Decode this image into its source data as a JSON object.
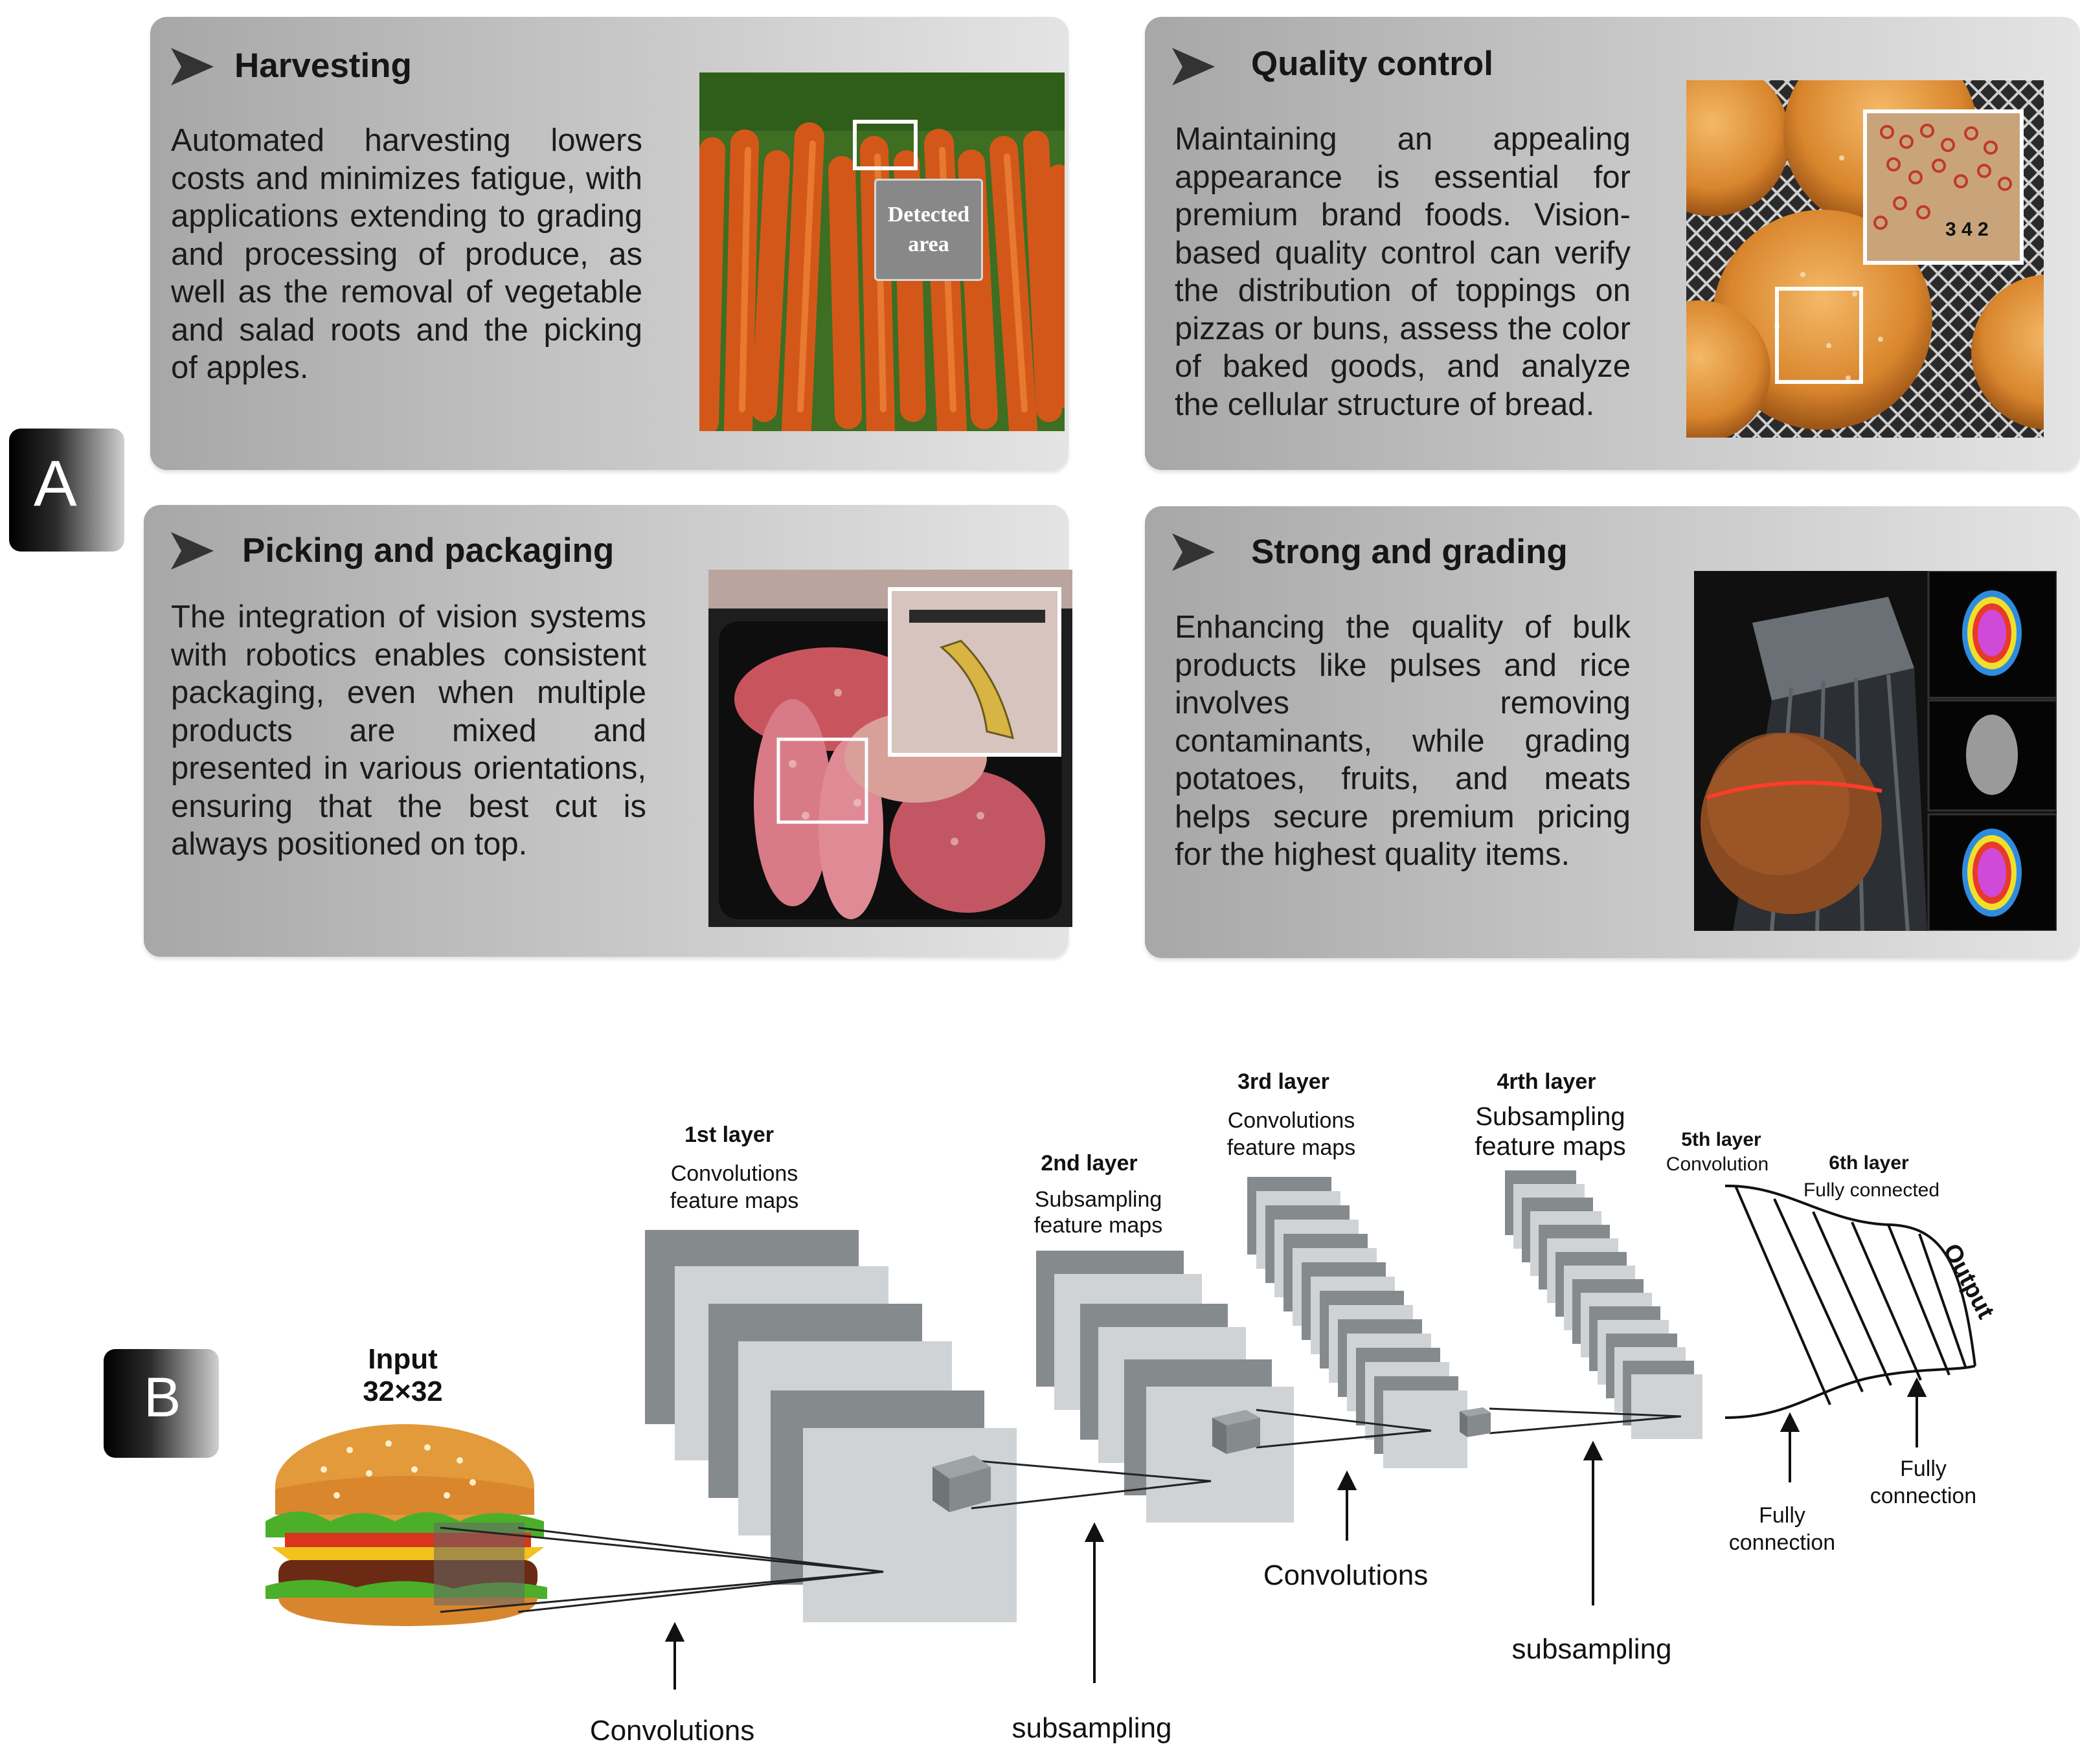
{
  "panel_a": {
    "label": "A",
    "cards": [
      {
        "title": "Harvesting",
        "body": "Automated harvesting lowers costs and minimizes fatigue, with applications extending to grading and processing of produce, as well as the removal of vegetable and salad roots and the picking of apples.",
        "image_caption_line1": "Detected",
        "image_caption_line2": "area",
        "image": "carrots-photo"
      },
      {
        "title": "Quality control",
        "body": "Maintaining an appealing appearance is essential for premium brand foods. Vision-based quality control can verify the distribution of toppings on pizzas or buns, assess the color of baked goods, and analyze the cellular structure of bread.",
        "image_inset_number": "3 4 2",
        "image": "burger-buns-photo"
      },
      {
        "title": "Picking and packaging",
        "body": "The integration of vision systems with robotics enables consistent packaging, even when multiple products are mixed and presented in various orientations, ensuring that the best cut is always positioned on top.",
        "image": "meat-tray-photo"
      },
      {
        "title": "Strong and grading",
        "body": "Enhancing the quality of bulk products like pulses and rice involves removing contaminants, while grading potatoes, fruits, and meats helps secure premium pricing for the highest quality items.",
        "image": "potato-grading-photo"
      }
    ]
  },
  "panel_b": {
    "label": "B",
    "input_title_line1": "Input",
    "input_title_line2": "32×32",
    "layer1_title": "1st layer",
    "layer1_sub1": "Convolutions",
    "layer1_sub2": "feature maps",
    "layer2_title": "2nd layer",
    "layer2_sub1": "Subsampling",
    "layer2_sub2": "feature maps",
    "layer3_title": "3rd layer",
    "layer3_sub1": "Convolutions",
    "layer3_sub2": "feature maps",
    "layer4_title": "4rth layer",
    "layer4_sub1": "Subsampling",
    "layer4_sub2": "feature maps",
    "layer5_title": "5th layer",
    "layer5_sub": "Convolution",
    "layer6_title": "6th layer",
    "layer6_sub": "Fully connected",
    "output_label": "Output",
    "op_convolutions_1": "Convolutions",
    "op_subsampling_1": "subsampling",
    "op_convolutions_2": "Convolutions",
    "op_subsampling_2": "subsampling",
    "fully_connection_1_line1": "Fully",
    "fully_connection_1_line2": "connection",
    "fully_connection_2_line1": "Fully",
    "fully_connection_2_line2": "connection",
    "colors": {
      "dark_map": "#858a8d",
      "light_map": "#cfd3d5",
      "mid_map": "#a9aeb1"
    }
  }
}
